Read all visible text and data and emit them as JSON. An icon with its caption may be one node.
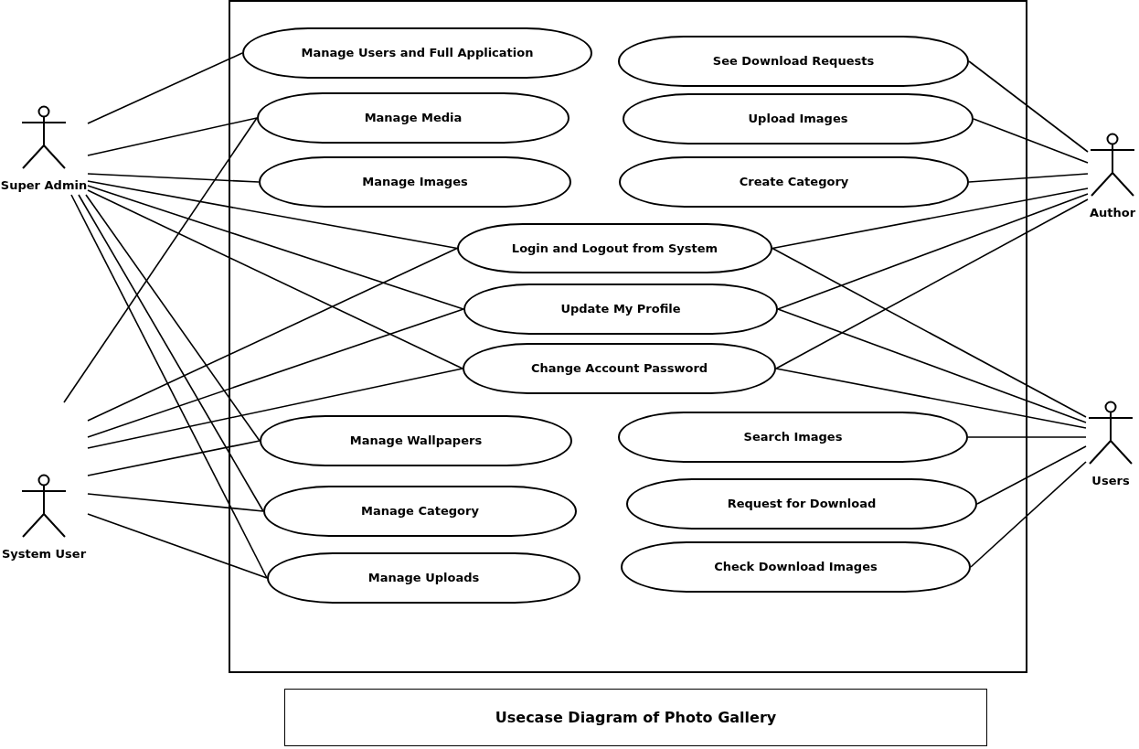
{
  "diagram": {
    "title": "Usecase Diagram of Photo Gallery",
    "nodes": [
      {
        "text": [],
        "shape": "box"
      },
      {
        "text": [
          "Manage Users and Full Application"
        ],
        "in": 0
      },
      {
        "text": [
          "See Download Requests"
        ],
        "in": 0
      },
      {
        "text": [
          "Manage Media"
        ],
        "in": 0
      },
      {
        "text": [
          "Upload Images"
        ],
        "in": 0
      },
      {
        "text": [
          "Manage Images"
        ],
        "in": 0
      },
      {
        "text": [
          "Create Category"
        ],
        "in": 0
      },
      {
        "text": [
          "Login and Logout from System"
        ],
        "in": 0
      },
      {
        "text": [
          "Update My Profile"
        ],
        "in": 0
      },
      {
        "text": [
          "Change Account Password"
        ],
        "in": 0
      },
      {
        "text": [
          "Manage Wallpapers"
        ],
        "in": 0
      },
      {
        "text": [
          "Search Images"
        ],
        "in": 0
      },
      {
        "text": [
          "Manage Category"
        ],
        "in": 0
      },
      {
        "text": [
          "Request for Download"
        ],
        "in": 0
      },
      {
        "text": [
          "Manage Uploads"
        ],
        "in": 0
      },
      {
        "text": [
          "Check Download Images"
        ],
        "in": 0
      },
      {
        "text": [
          "Super Admin"
        ]
      },
      {
        "text": [
          "Author"
        ]
      },
      {
        "text": [
          "System User"
        ]
      },
      {
        "text": [
          "Users"
        ]
      }
    ],
    "edges": [
      {
        "from": 16,
        "to": 1,
        "arrow": "none"
      },
      {
        "from": 16,
        "to": 3,
        "arrow": "none"
      },
      {
        "from": 16,
        "to": 5,
        "arrow": "none"
      },
      {
        "from": 16,
        "to": 7,
        "arrow": "none"
      },
      {
        "from": 16,
        "to": 8,
        "arrow": "none"
      },
      {
        "from": 16,
        "to": 9,
        "arrow": "none"
      },
      {
        "from": 16,
        "to": 10,
        "arrow": "none"
      },
      {
        "from": 16,
        "to": 12,
        "arrow": "none"
      },
      {
        "from": 16,
        "to": 14,
        "arrow": "none"
      },
      {
        "from": 17,
        "to": 2,
        "arrow": "none"
      },
      {
        "from": 17,
        "to": 4,
        "arrow": "none"
      },
      {
        "from": 17,
        "to": 6,
        "arrow": "none"
      },
      {
        "from": 17,
        "to": 7,
        "arrow": "none"
      },
      {
        "from": 17,
        "to": 8,
        "arrow": "none"
      },
      {
        "from": 17,
        "to": 9,
        "arrow": "none"
      },
      {
        "from": 18,
        "to": 3,
        "arrow": "none"
      },
      {
        "from": 18,
        "to": 7,
        "arrow": "none"
      },
      {
        "from": 18,
        "to": 8,
        "arrow": "none"
      },
      {
        "from": 18,
        "to": 9,
        "arrow": "none"
      },
      {
        "from": 18,
        "to": 10,
        "arrow": "none"
      },
      {
        "from": 18,
        "to": 12,
        "arrow": "none"
      },
      {
        "from": 18,
        "to": 14,
        "arrow": "none"
      },
      {
        "from": 19,
        "to": 7,
        "arrow": "none"
      },
      {
        "from": 19,
        "to": 8,
        "arrow": "none"
      },
      {
        "from": 19,
        "to": 9,
        "arrow": "none"
      },
      {
        "from": 19,
        "to": 11,
        "arrow": "none"
      },
      {
        "from": 19,
        "to": 13,
        "arrow": "none"
      },
      {
        "from": 19,
        "to": 15,
        "arrow": "none"
      }
    ]
  }
}
